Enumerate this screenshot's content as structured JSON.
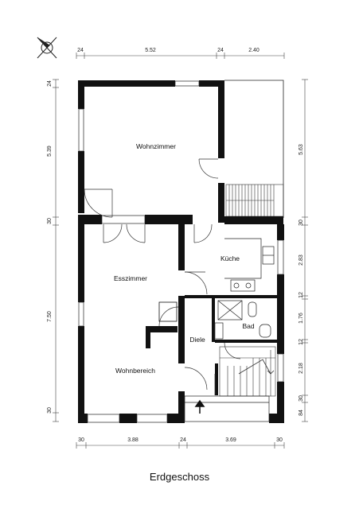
{
  "caption": "Erdgeschoss",
  "rooms": {
    "wohnzimmer": "Wohnzimmer",
    "kueche": "Küche",
    "esszimmer": "Esszimmer",
    "bad": "Bad",
    "diele": "Diele",
    "wohnbereich": "Wohnbereich"
  },
  "dims": {
    "top": [
      "24",
      "5.52",
      "24",
      "2.40"
    ],
    "bottom": [
      "30",
      "3.88",
      "24",
      "3.69",
      "30"
    ],
    "left": [
      "24",
      "5.39",
      "30",
      "7.50",
      "30"
    ],
    "right": [
      "5.63",
      "30",
      "2.83",
      "12",
      "1.76",
      "12",
      "2.18",
      "30",
      "84"
    ]
  },
  "symbols": {
    "compass": "compass-rose-icon",
    "entrance": "entrance-arrow-icon"
  }
}
